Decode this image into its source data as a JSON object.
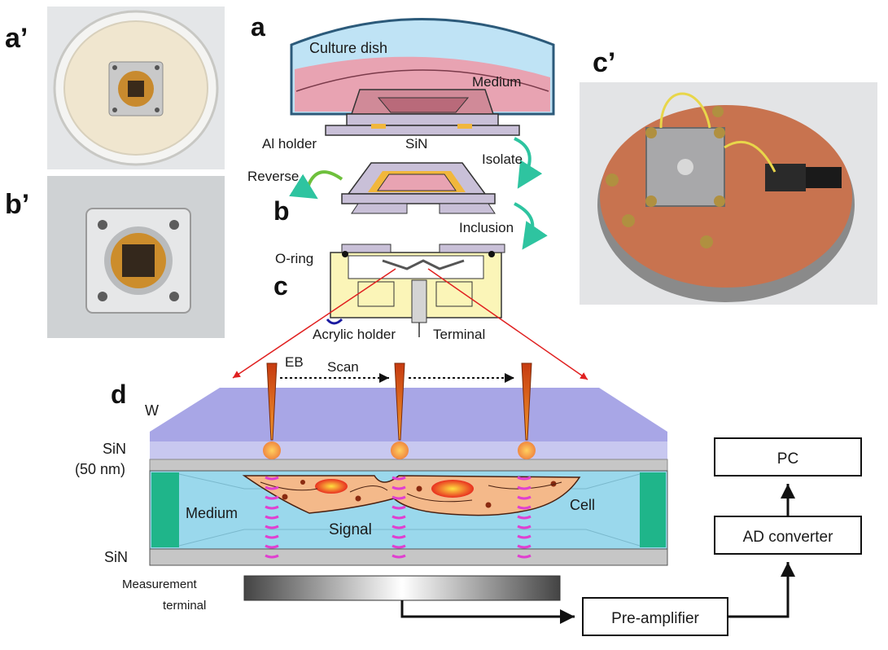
{
  "panels": {
    "a_prime": "a’",
    "b_prime": "b’",
    "c_prime": "c’",
    "a": "a",
    "b": "b",
    "c": "c",
    "d": "d"
  },
  "labels": {
    "culture_dish": "Culture dish",
    "medium_top": "Medium",
    "al_holder": "Al holder",
    "sin_top": "SiN",
    "isolate": "Isolate",
    "reverse": "Reverse",
    "inclusion": "Inclusion",
    "o_ring": "O-ring",
    "acrylic_holder": "Acrylic holder",
    "terminal": "Terminal",
    "eb": "EB",
    "scan": "Scan",
    "w": "W",
    "sin_mid": "SiN",
    "sin_thickness": "(50 nm)",
    "medium_bottom": "Medium",
    "signal": "Signal",
    "cell": "Cell",
    "sin_bottom": "SiN",
    "measurement_terminal_1": "Measurement",
    "measurement_terminal_2": "terminal",
    "pre_amplifier": "Pre-amplifier",
    "ad_converter": "AD converter",
    "pc": "PC"
  },
  "colors": {
    "culture_dish": "#bfe3f5",
    "medium": "#e8a3b2",
    "w_layer": "#a8a6e6",
    "sin_layer": "#c8c8f0",
    "gray_layer": "#c6c6c6",
    "medium_chamber": "#9ad8ec",
    "green_block": "#1fb58a",
    "cell": "#f4b98a",
    "arrow_green": "#2ec4a0",
    "red_line": "#e02020",
    "copper": "#c8734f"
  }
}
